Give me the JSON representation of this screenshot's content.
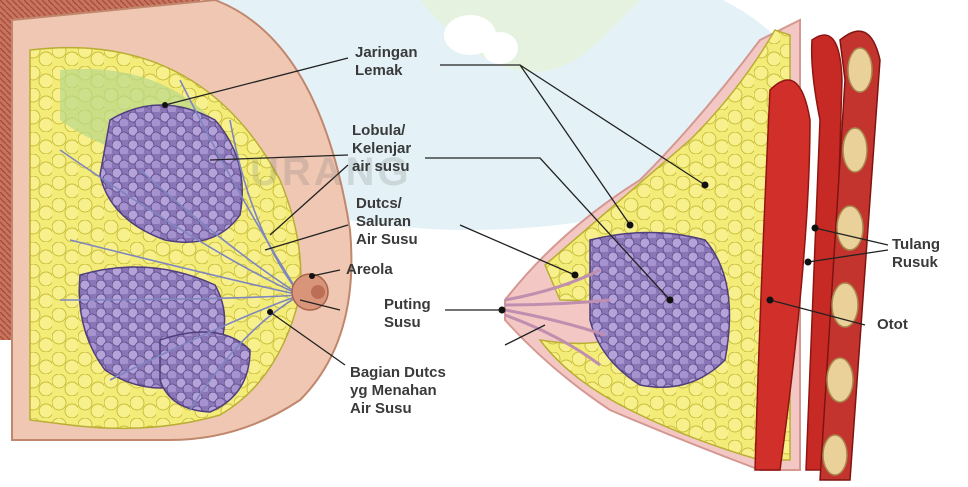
{
  "watermark": "URANG",
  "labels": {
    "jaringan_lemak": [
      "Jaringan",
      "Lemak"
    ],
    "lobula": [
      "Lobula/",
      "Kelenjar",
      "air susu"
    ],
    "dutcs": [
      "Dutcs/",
      "Saluran",
      "Air Susu"
    ],
    "areola": [
      "Areola"
    ],
    "puting": [
      "Puting",
      "Susu"
    ],
    "bagian": [
      "Bagian Dutcs",
      "yg Menahan",
      "Air Susu"
    ],
    "tulang": [
      "Tulang",
      "Rusuk"
    ],
    "otot": [
      "Otot"
    ]
  },
  "colors": {
    "fat": "#f3ea6a",
    "lobule": "#9a86c4",
    "muscle": "#cc2a22",
    "skin": "#f1c0b0",
    "background_tint": "#d4eaf2"
  }
}
